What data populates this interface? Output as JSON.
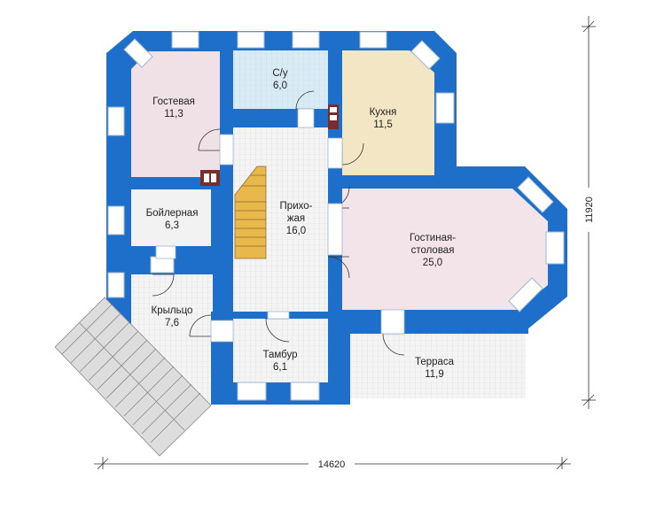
{
  "colors": {
    "wall": "#1e6fc9",
    "wall_dark": "#1a5fb0",
    "guest_floor": "#f0e1e6",
    "bath_floor": "#d9ecf5",
    "kitchen_floor": "#f3e6c4",
    "living_floor": "#f3e4ea",
    "tile_floor": "#f2f2f2",
    "stair": "#e8b84a",
    "steps": "#d9d9d9",
    "dimension": "#333333",
    "chimney": "#7a2b2b"
  },
  "rooms": {
    "guest": {
      "name": "Гостевая",
      "area": "11,3"
    },
    "bath": {
      "name": "С/у",
      "area": "6,0"
    },
    "kitchen": {
      "name": "Кухня",
      "area": "11,5"
    },
    "boiler": {
      "name": "Бойлерная",
      "area": "6,3"
    },
    "hall": {
      "name_line1": "Прихо-",
      "name_line2": "жая",
      "area": "16,0"
    },
    "living": {
      "name_line1": "Гостиная-",
      "name_line2": "столовая",
      "area": "25,0"
    },
    "porch": {
      "name": "Крыльцо",
      "area": "7,6"
    },
    "vestibule": {
      "name": "Тамбур",
      "area": "6,1"
    },
    "terrace": {
      "name": "Терраса",
      "area": "11,9"
    }
  },
  "dimensions": {
    "width": "14620",
    "height": "11920"
  }
}
